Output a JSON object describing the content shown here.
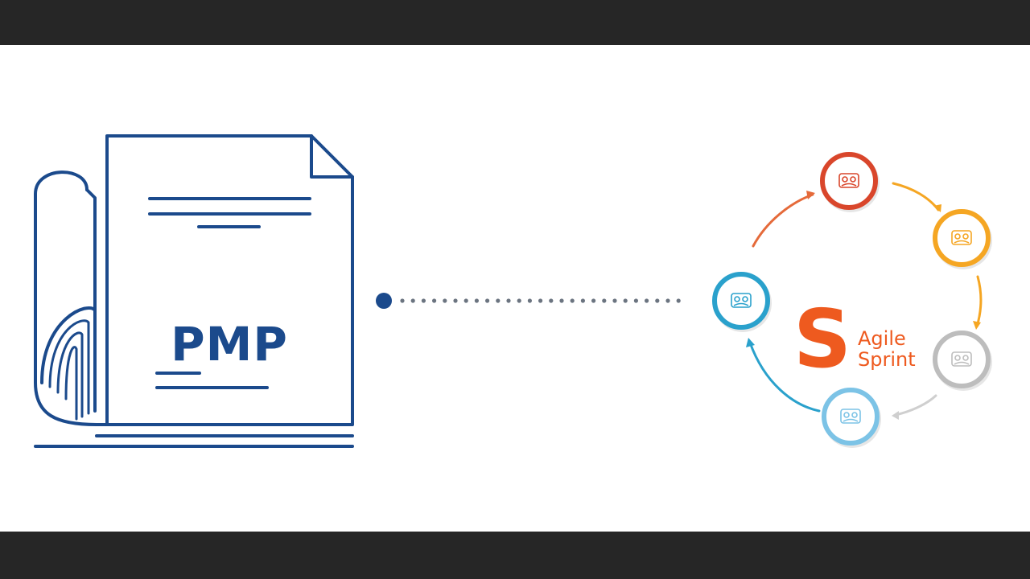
{
  "document": {
    "label": "PMP",
    "accent_color": "#1b4a8c"
  },
  "connector": {
    "color": "#1b4a8c"
  },
  "agile": {
    "logo_letter": "S",
    "line1": "Agile",
    "line2": "Sprint",
    "brand_color": "#ee5a1f",
    "nodes": [
      {
        "icon": "team-icon",
        "color": "#d9462b"
      },
      {
        "icon": "tools-icon",
        "color": "#f5a623"
      },
      {
        "icon": "handshake-icon",
        "color": "#bdbdbd"
      },
      {
        "icon": "people-icon",
        "color": "#7cc3e6"
      },
      {
        "icon": "board-icon",
        "color": "#2aa1cc"
      }
    ]
  }
}
